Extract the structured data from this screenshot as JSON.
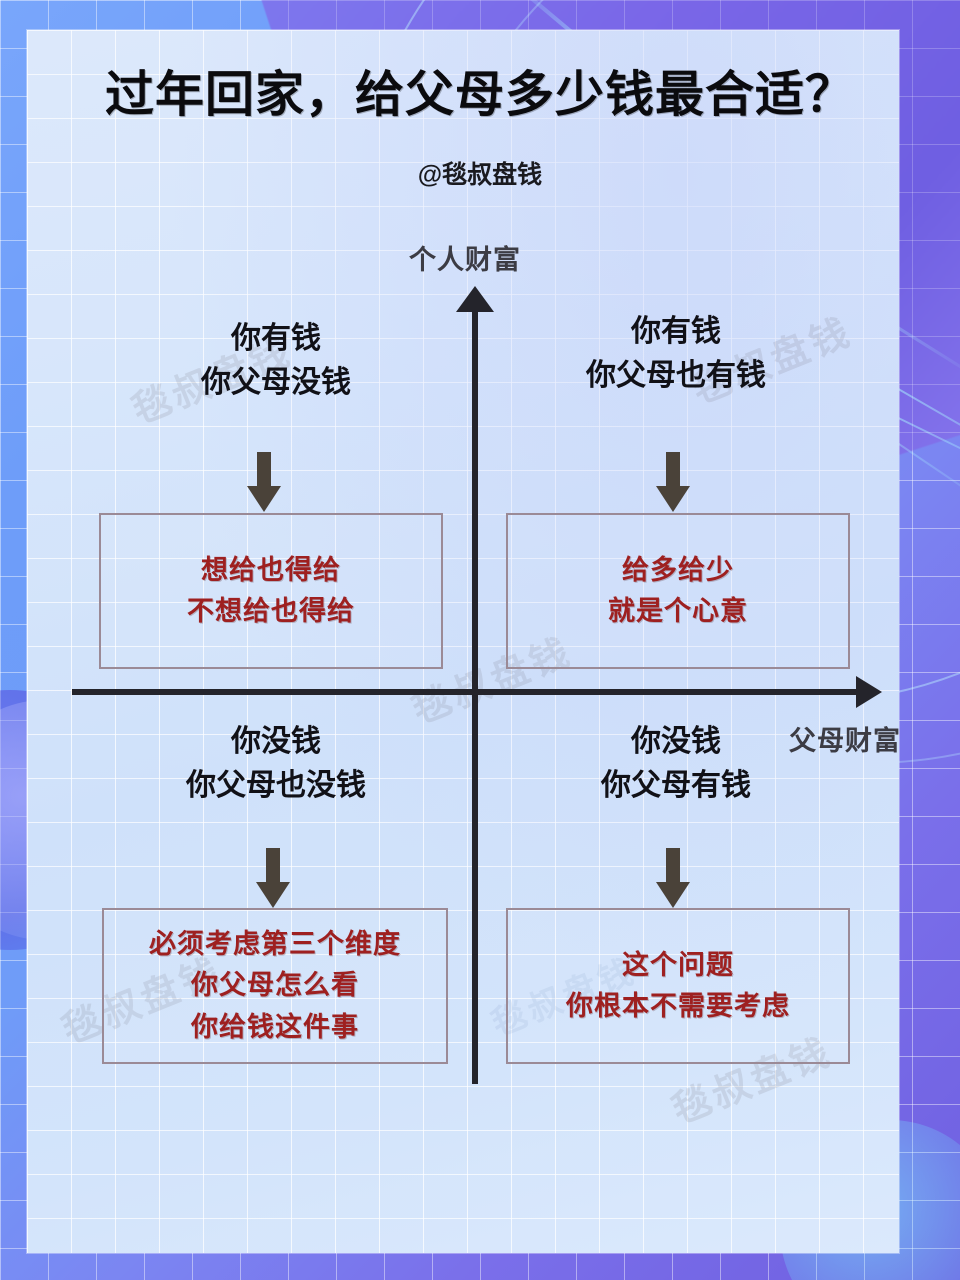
{
  "header": {
    "title": "过年回家，给父母多少钱最合适？",
    "author": "@毯叔盘钱"
  },
  "chart_data": {
    "type": "diagram",
    "subtype": "2x2-quadrant-matrix",
    "title": "过年回家，给父母多少钱最合适？",
    "y_axis_label": "个人财富",
    "x_axis_label": "父母财富",
    "quadrants": [
      {
        "position": "top-left",
        "condition_line1": "你有钱",
        "condition_line2": "你父母没钱",
        "conclusion_line1": "想给也得给",
        "conclusion_line2": "不想给也得给",
        "conclusion_line3": ""
      },
      {
        "position": "top-right",
        "condition_line1": "你有钱",
        "condition_line2": "你父母也有钱",
        "conclusion_line1": "给多给少",
        "conclusion_line2": "就是个心意",
        "conclusion_line3": ""
      },
      {
        "position": "bottom-left",
        "condition_line1": "你没钱",
        "condition_line2": "你父母也没钱",
        "conclusion_line1": "必须考虑第三个维度",
        "conclusion_line2": "你父母怎么看",
        "conclusion_line3": "你给钱这件事"
      },
      {
        "position": "bottom-right",
        "condition_line1": "你没钱",
        "condition_line2": "你父母有钱",
        "conclusion_line1": "这个问题",
        "conclusion_line2": "你根本不需要考虑",
        "conclusion_line3": ""
      }
    ]
  },
  "watermark": {
    "text": "毯叔盘钱"
  },
  "colors": {
    "conclusion_text": "#9e2020",
    "axis": "#24242b",
    "arrow": "#4a4239",
    "box_border": "#9b8a96",
    "axis_label": "#3c3c44",
    "panel_bg": "#d7e6fb",
    "poster_bg": "#6f9cf8"
  }
}
